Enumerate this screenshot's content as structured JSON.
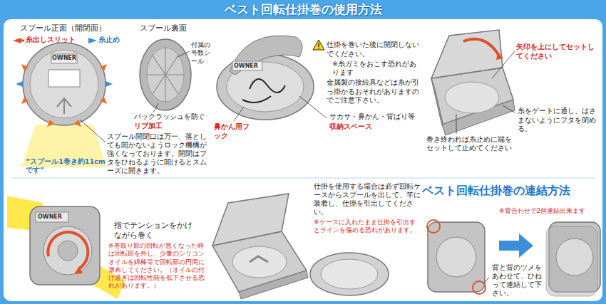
{
  "diagram": {
    "title": "ベスト回転仕掛巻の使用方法",
    "labels": [
      "スプール正面（開閉面）",
      "糸出しスリット",
      "糸止め",
      "スプール裏面",
      "OWNER",
      "付属の号数シール",
      "バックラッシュを防ぐ",
      "リブ加工",
      "スプール開閉口は万一、落としても開かないようロック機構が強くなっております。開閉はフタをひねるように開けるとスムーズに開きます。",
      "“スプール1巻き約11cmです”",
      "OWNER",
      "仕掛を巻いた後に開閉しないでください。",
      "※糸ガミをおこす恐れがあります",
      "金属製の接続具などは糸が引っ掛かるおそれがありますのでご注意下さい。",
      "鼻かん用フック",
      "サカサ・鼻かん・背ばり等",
      "収納スペース",
      "矢印を上にしてセットしてください",
      "巻き終われば糸止めに端をセットして止めてください",
      "糸をゲートに通し、はさまないようにフタを閉める。",
      "OWNER",
      "指でテンションをかけながら巻く",
      "※巻取り部の回転が悪くなった時は回転部を外し、少量のシリコンオイルを綿棒等で回転部の円周に塗布してください。（オイルの付け過ぎは回転性能を低下させる恐れがあります。）",
      "仕掛を使用する場合は必ず回転ケースからスプールを出して、竿に装着し、仕掛を引出してください。",
      "※ケースに入れたまま仕掛を引出すとラインを傷める恐れがあります。",
      "ベスト回転仕掛巻の連結方法",
      "※背合わせで2個連結出来ます",
      "背と背のツメをあわせて、ひねって連結して下さい。"
    ]
  }
}
